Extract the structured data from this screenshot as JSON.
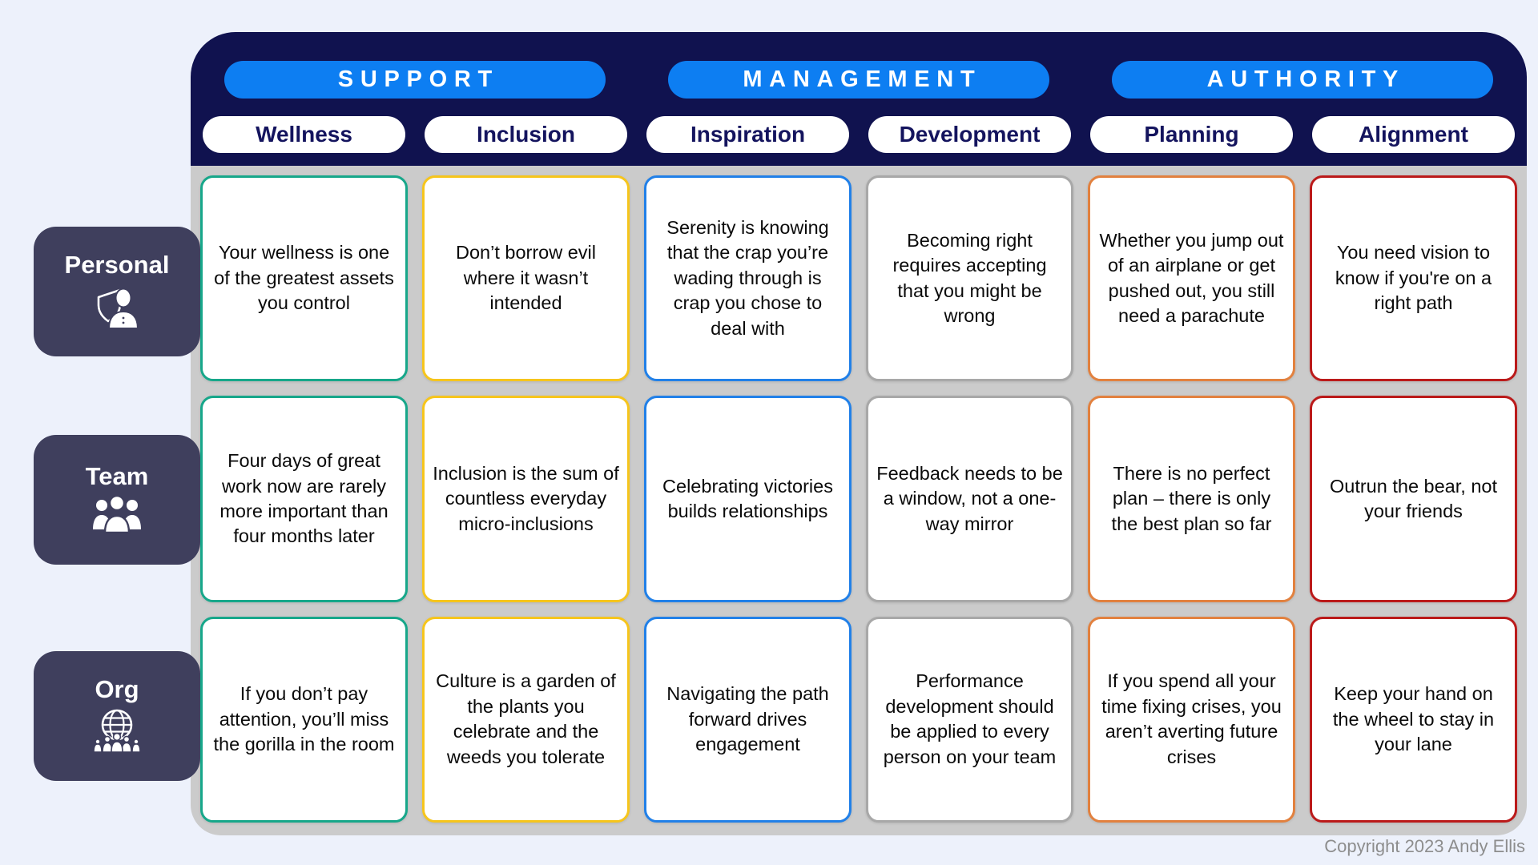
{
  "header": {
    "bar_color": "#10124f",
    "group_pill_color": "#0d7ef2",
    "groups": [
      {
        "label": "SUPPORT"
      },
      {
        "label": "MANAGEMENT"
      },
      {
        "label": "AUTHORITY"
      }
    ]
  },
  "columns": [
    {
      "label": "Wellness",
      "border_color": "#17a78a"
    },
    {
      "label": "Inclusion",
      "border_color": "#f6c51c"
    },
    {
      "label": "Inspiration",
      "border_color": "#2180e8"
    },
    {
      "label": "Development",
      "border_color": "#a8a8a8"
    },
    {
      "label": "Planning",
      "border_color": "#e2813f"
    },
    {
      "label": "Alignment",
      "border_color": "#bb1a1a"
    }
  ],
  "rows": [
    {
      "label": "Personal",
      "icon": "person-shield-icon",
      "cells": [
        "Your wellness is one of the greatest assets you control",
        "Don’t borrow evil where it wasn’t intended",
        "Serenity is knowing that the crap you’re wading through is crap you chose to deal with",
        "Becoming right requires accepting that you might be wrong",
        "Whether you jump out of an airplane or get pushed out, you still need a parachute",
        "You need vision to know if you're on a right path"
      ]
    },
    {
      "label": "Team",
      "icon": "team-icon",
      "cells": [
        "Four days of great work now are rarely more important than four months later",
        "Inclusion is the sum of countless everyday micro-inclusions",
        "Celebrating victories builds relationships",
        "Feedback needs to be a window, not a one-way mirror",
        "There is no perfect plan – there is only the best plan so far",
        "Outrun the bear, not your friends"
      ]
    },
    {
      "label": "Org",
      "icon": "org-globe-icon",
      "cells": [
        "If you don’t pay attention, you’ll miss the gorilla in the room",
        "Culture is a garden of the plants you celebrate and the weeds you tolerate",
        "Navigating the path forward drives engagement",
        "Performance development should be applied to every person on your team",
        "If you spend all your time fixing crises, you aren’t averting future crises",
        "Keep your hand on the wheel to stay in your lane"
      ]
    }
  ],
  "footer": {
    "copyright": "Copyright 2023 Andy Ellis"
  }
}
